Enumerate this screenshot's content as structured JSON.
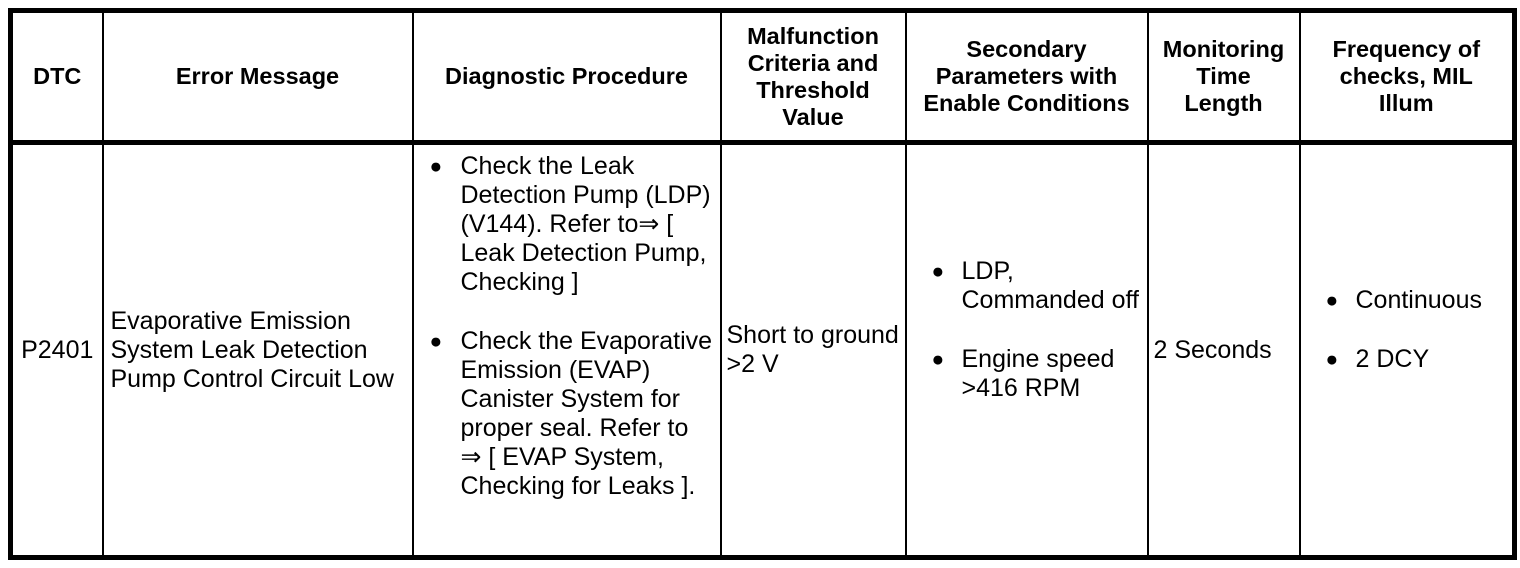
{
  "glyphs": {
    "bullet": "●"
  },
  "colors": {
    "border": "#000000",
    "background": "#ffffff",
    "text": "#000000"
  },
  "table": {
    "headers": [
      "DTC",
      "Error Message",
      "Diagnostic Procedure",
      "Malfunction Criteria and Threshold Value",
      "Secondary Parameters with Enable Conditions",
      "Monitoring Time Length",
      "Frequency of checks, MIL Illum"
    ],
    "row": {
      "dtc": "P2401",
      "error_message": "Evaporative Emission System Leak Detection Pump Control Circuit Low",
      "diagnostic_procedure": [
        "Check the Leak Detection Pump (LDP) (V144). Refer to⇒ [ Leak Detection Pump, Checking ]",
        "Check the Evaporative Emission (EVAP) Canister System for proper seal. Refer to ⇒ [ EVAP System, Checking for Leaks ]."
      ],
      "malfunction_criteria": "Short to ground >2 V",
      "secondary_parameters": [
        "LDP, Commanded off",
        "Engine speed >416 RPM"
      ],
      "monitoring_time_length": "2 Seconds",
      "frequency_of_checks": [
        "Continuous",
        "2 DCY"
      ]
    }
  }
}
